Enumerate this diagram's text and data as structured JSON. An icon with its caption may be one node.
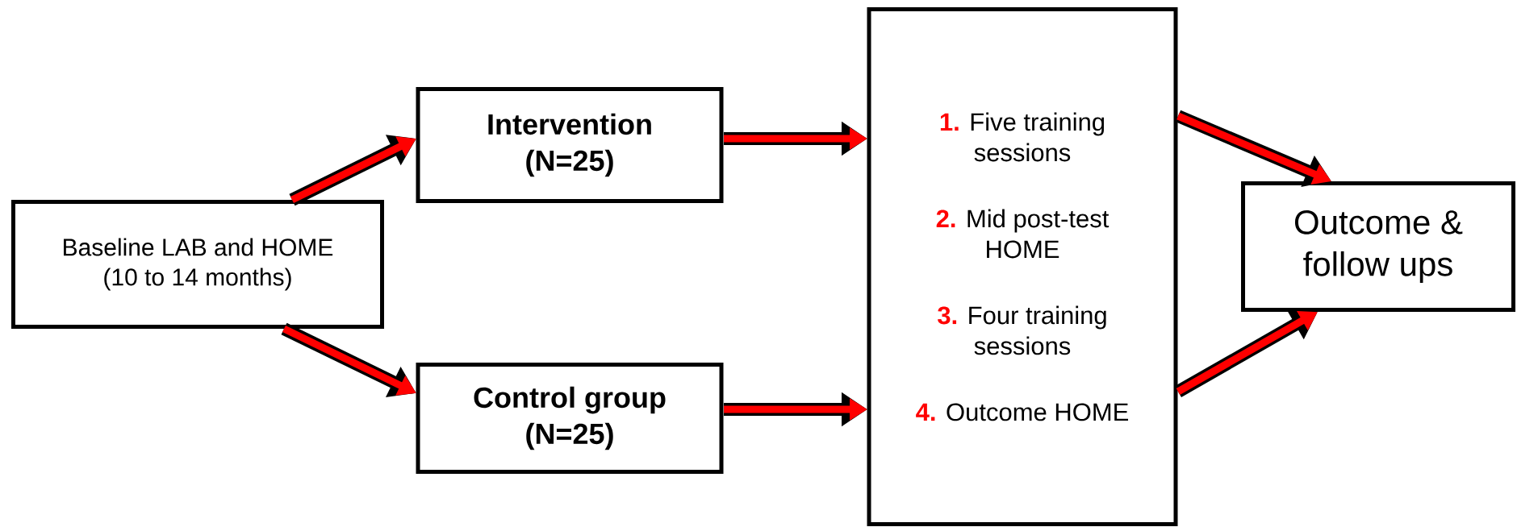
{
  "diagram": {
    "nodes": [
      {
        "text": [
          "Baseline LAB and HOME (10 to 14 months)"
        ]
      },
      {
        "text": [
          "Intervention (N=25)"
        ]
      },
      {
        "text": [
          "Control group (N=25)"
        ]
      },
      {
        "text": [
          "1.",
          "Five training sessions",
          "2.",
          "Mid post-test HOME",
          "3.",
          "Four training sessions",
          "4.",
          "Outcome HOME"
        ]
      },
      {
        "text": [
          "Outcome & follow ups"
        ]
      }
    ],
    "edges": [
      {
        "from": 0,
        "to": 1,
        "arrow": "to"
      },
      {
        "from": 0,
        "to": 2,
        "arrow": "to"
      },
      {
        "from": 1,
        "to": 3,
        "arrow": "to"
      },
      {
        "from": 2,
        "to": 3,
        "arrow": "to"
      },
      {
        "from": 3,
        "to": 4,
        "arrow": "to"
      },
      {
        "from": 3,
        "to": 4,
        "arrow": "to"
      }
    ]
  }
}
